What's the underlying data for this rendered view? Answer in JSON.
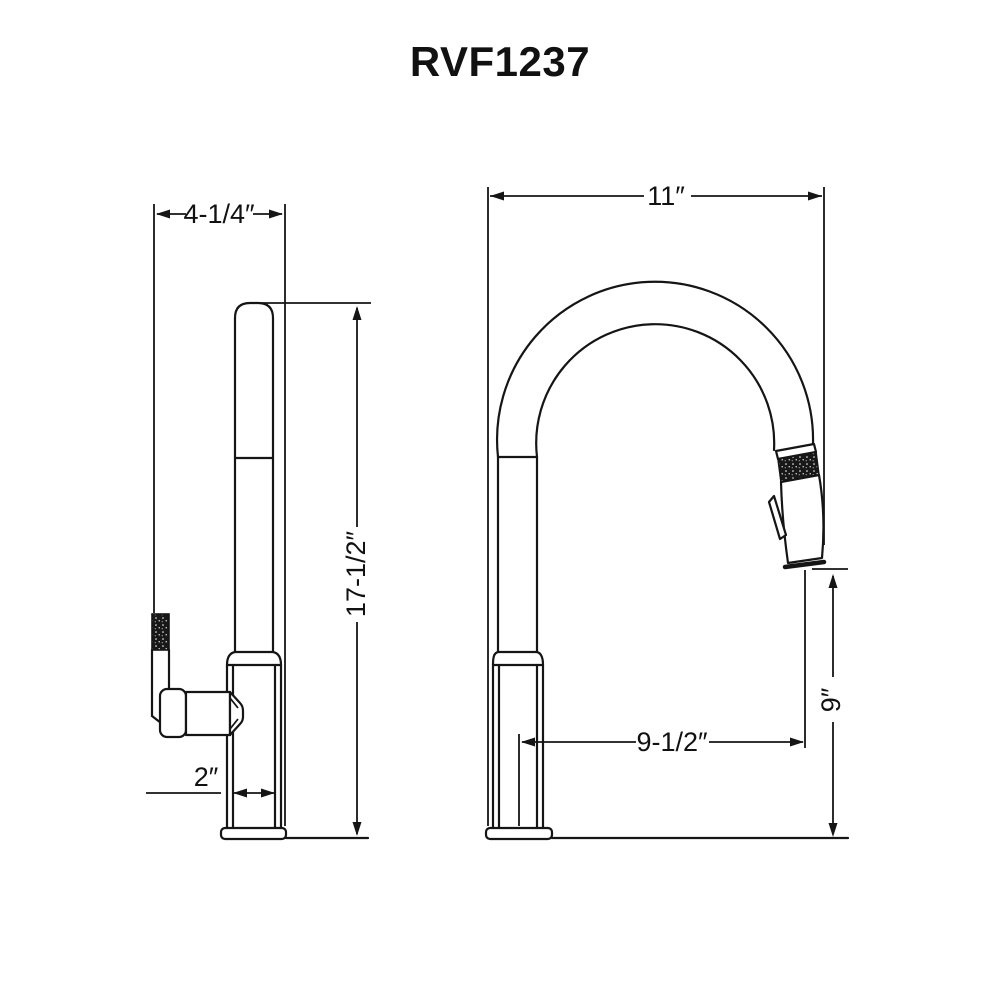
{
  "title": "RVF1237",
  "colors": {
    "line": "#151515",
    "background": "#ffffff"
  },
  "dimensions": {
    "side_top_width": "4-1/4″",
    "side_overall_height": "17-1/2″",
    "side_body_width": "2″",
    "front_overall_width": "11″",
    "front_spout_reach": "9-1/2″",
    "front_outlet_height": "9″"
  }
}
